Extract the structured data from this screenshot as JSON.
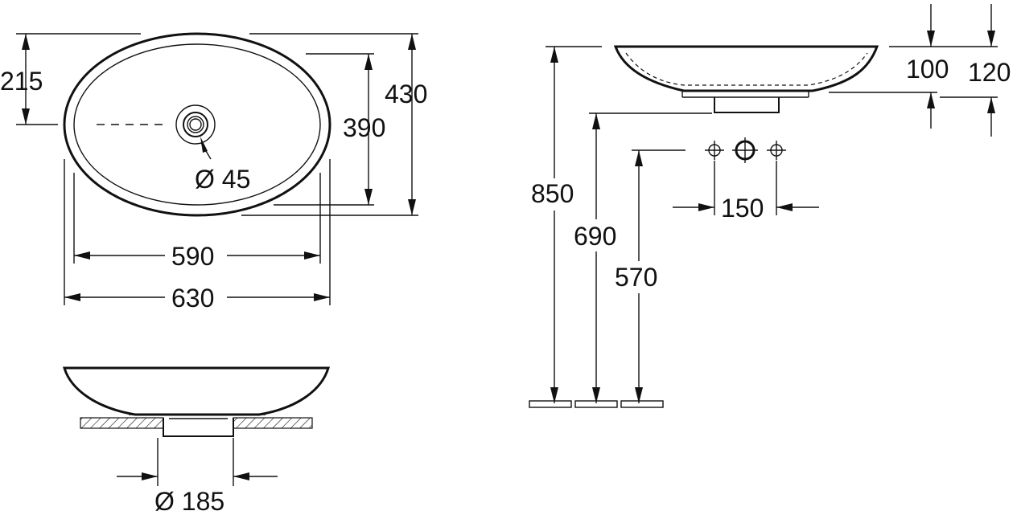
{
  "top_view": {
    "dim_height_half": "215",
    "dim_height_total": "430",
    "dim_height_inner": "390",
    "dim_drain": "Ø 45",
    "dim_width_inner": "590",
    "dim_width_total": "630"
  },
  "front_view": {
    "dim_base": "Ø 185"
  },
  "side_view": {
    "dim_bowl_depth": "100",
    "dim_total_depth": "120",
    "dim_rim_height": "850",
    "dim_drain_height": "690",
    "dim_tap_height": "570",
    "dim_tap_spacing": "150"
  }
}
